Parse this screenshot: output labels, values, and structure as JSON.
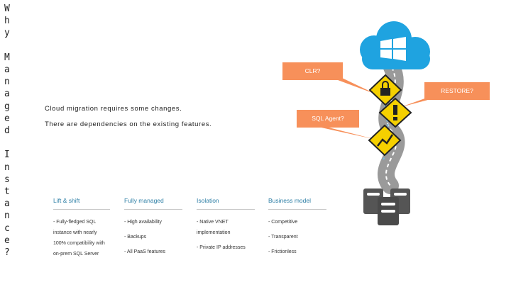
{
  "slide": {
    "title_vertical": "W\nh\ny\n\nM\na\nn\na\ng\ne\nd\n\nI\nn\ns\nt\na\nn\nc\ne\n?",
    "lines": [
      "Cloud migration requires some changes.",
      "There are dependencies on the existing features."
    ]
  },
  "callouts": {
    "clr": "CLR?",
    "restore": "RESTORE?",
    "sql_agent": "SQL Agent?"
  },
  "columns": [
    {
      "heading": "Lift & shift",
      "items": [
        "- Fully-fledged SQL instance with nearly 100% compatibility with on-prem SQL Server"
      ]
    },
    {
      "heading": "Fully managed",
      "items": [
        "- High availability",
        "- Backups",
        "- All PaaS features"
      ]
    },
    {
      "heading": "Isolation",
      "items": [
        "- Native VNET implementation",
        "- Private IP addresses"
      ]
    },
    {
      "heading": "Business model",
      "items": [
        "- Competitive",
        "- Transparent",
        "- Frictionless"
      ]
    }
  ],
  "colors": {
    "accent": "#f7905a",
    "cloud": "#1fa3e0",
    "heading": "#2e7fa6",
    "road": "#8a8a8a",
    "server": "#555555",
    "warning": "#f5d000"
  },
  "icons": [
    "windows-icon",
    "lock-icon",
    "exclamation-icon",
    "chart-icon",
    "server-icon"
  ]
}
